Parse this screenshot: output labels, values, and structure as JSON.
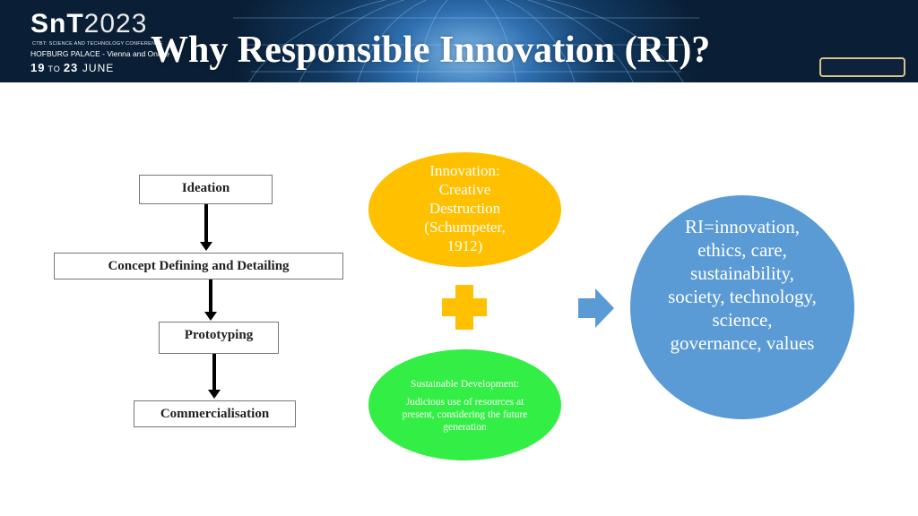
{
  "header": {
    "logo": {
      "brand_a": "SnT",
      "brand_b": "2023",
      "conference": "CTBT: SCIENCE AND TECHNOLOGY CONFERENCE",
      "venue": "HOFBURG PALACE - Vienna and Online",
      "date_start": "19",
      "date_to": "TO",
      "date_end": "23",
      "month": "JUNE"
    },
    "title": "Why Responsible Innovation (RI)?"
  },
  "process": {
    "steps": [
      "Ideation",
      "Concept Defining and Detailing",
      "Prototyping",
      "Commercialisation"
    ]
  },
  "innovation": {
    "text": "Innovation: Creative Destruction (Schumpeter, 1912)"
  },
  "sustainable": {
    "heading": "Sustainable Development:",
    "body": "Judicious use of resources at present, considering the future generation"
  },
  "ri": {
    "text": "RI=innovation, ethics, care, sustainability, society, technology, science, governance, values"
  },
  "icons": {
    "plus": "plus-icon",
    "arrow": "right-arrow-icon"
  },
  "colors": {
    "innovation": "#ffc000",
    "sustainable": "#33ee44",
    "ri": "#5b9bd5",
    "plus": "#ffc000",
    "arrow": "#5b9bd5"
  }
}
